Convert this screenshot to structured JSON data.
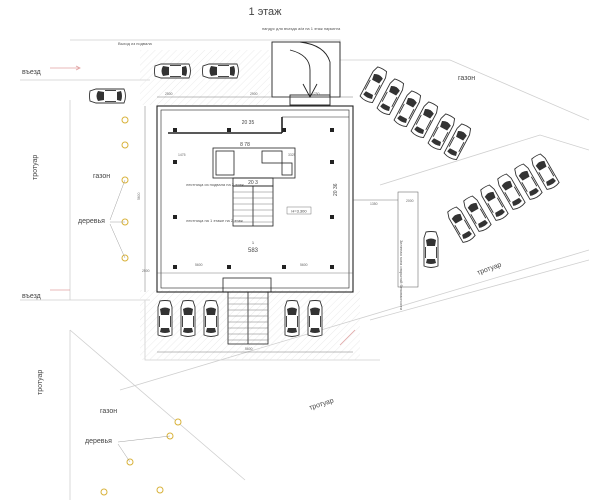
{
  "title": "1 этаж",
  "entry_top": "въезд",
  "entry_bottom": "въезд",
  "sidewalk_left": "тротуар",
  "sidewalk_left_lower": "тротуар",
  "sidewalk_right": "тротуар",
  "sidewalk_bottom": "тротуар",
  "lawn_left": "газон",
  "lawn_left_lower": "газон",
  "lawn_right": "газон",
  "trees_left": "деревья",
  "trees_left_lower": "деревья",
  "room_top": "20 35",
  "room_right": "20 36",
  "room_core": "8 78",
  "room_stair": "20 3",
  "room_main": "583",
  "room_main_num": "1",
  "level_mark": "Н=3.300",
  "note_top_right": "пандус для въезда а/м на 1 этаж паркинга",
  "note_top_left": "Выход из подвала",
  "note_mid_left": "лестница из подвала на 2 этаж",
  "note_lower_left": "лестница на 1 этаже на 2 этаж",
  "note_right": "Зеленая зона открытой безопасности",
  "dims": {
    "top_a": "2500",
    "top_b": "2900",
    "top_c": "1750",
    "left_a": "5600",
    "right_a": "1350",
    "right_b": "2000",
    "bottom_a": "2500",
    "bottom_b": "5600",
    "bottom_c": "5600",
    "stair": "5600",
    "row_a": "1475",
    "row_b": "3325",
    "row_c": "1335"
  },
  "colors": {
    "line": "#222222",
    "hatch": "#cccccc",
    "tree": "#d8b23a",
    "car": "#333333"
  }
}
